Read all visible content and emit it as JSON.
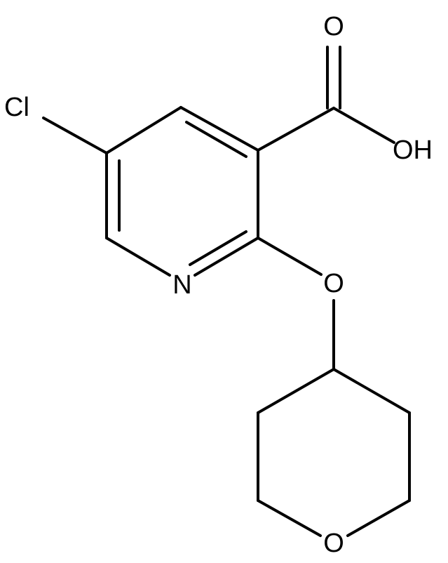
{
  "molecule": {
    "atoms": [
      {
        "id": "Cl",
        "label": "Cl"
      },
      {
        "id": "O_carbonyl",
        "label": "O"
      },
      {
        "id": "OH",
        "label": "OH"
      },
      {
        "id": "N",
        "label": "N"
      },
      {
        "id": "O_ether",
        "label": "O"
      },
      {
        "id": "O_ring",
        "label": "O"
      }
    ]
  },
  "colors": {
    "bond": "#000000",
    "label": "#000000",
    "background": "#ffffff"
  }
}
